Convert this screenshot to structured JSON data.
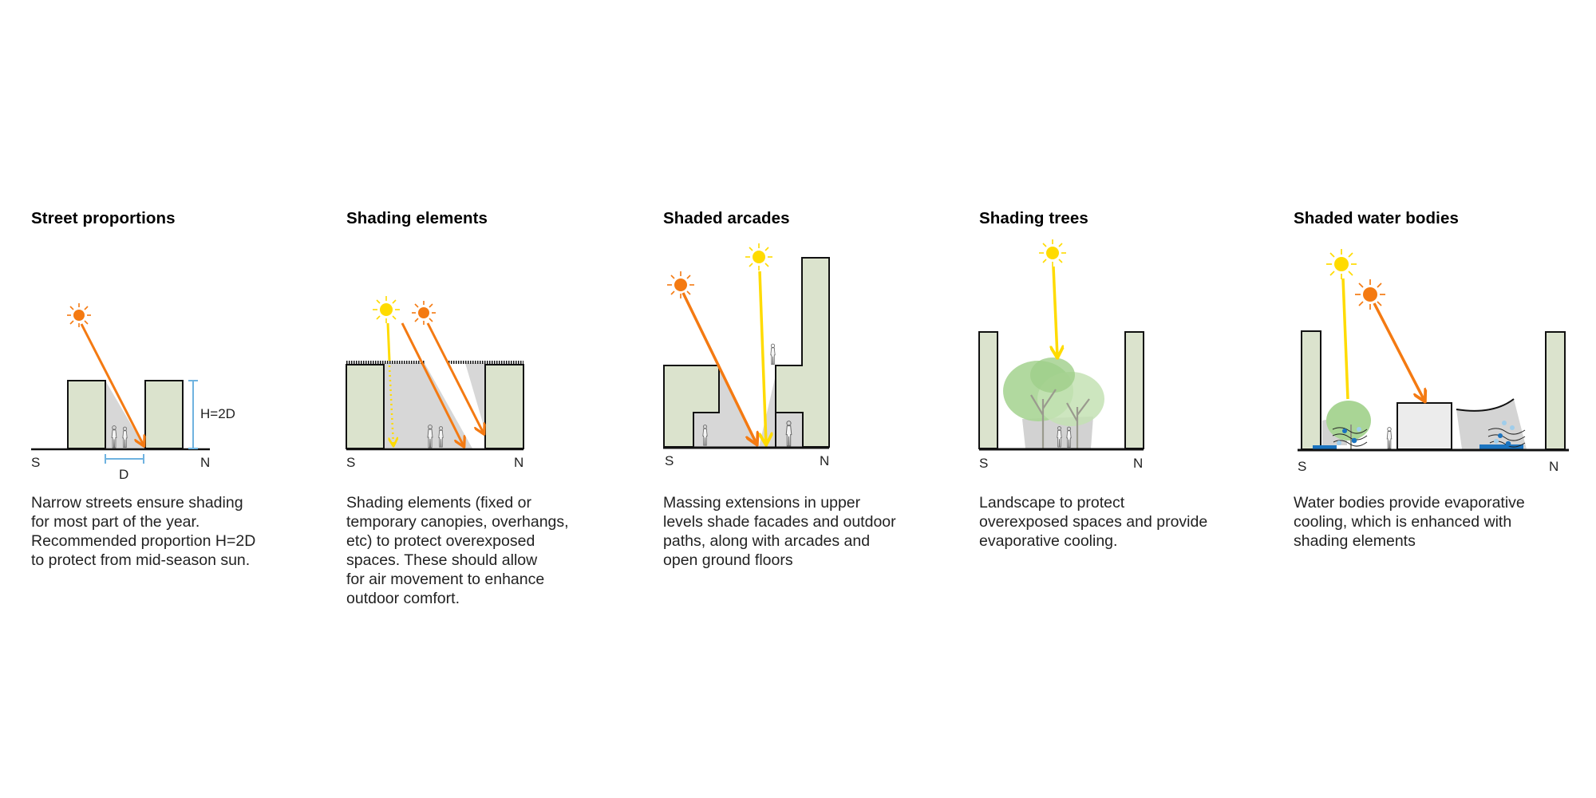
{
  "colors": {
    "building_fill": "#dbe3cd",
    "shade_fill": "#d7d7d7",
    "outline": "#111111",
    "sun_orange": "#f47a12",
    "sun_yellow": "#ffdb00",
    "dimension_blue": "#6fb3e0",
    "water_blue": "#1b74c0",
    "droplet_light_blue": "#9fcdeb",
    "tree_green": "#a9d595"
  },
  "compass": {
    "south": "S",
    "north": "N"
  },
  "panels": [
    {
      "id": "street-proportions",
      "title": "Street proportions",
      "description": "Narrow streets ensure shading\nfor most part of the year.\nRecommended proportion H=2D\nto protect from mid-season sun.",
      "dimension_height_label": "H=2D",
      "dimension_width_label": "D",
      "sun_icons": [
        "sun-orange"
      ]
    },
    {
      "id": "shading-elements",
      "title": "Shading elements",
      "description": "Shading elements (fixed or\ntemporary canopies, overhangs,\netc) to protect overexposed\nspaces. These should allow\nfor air movement to enhance\noutdoor comfort.",
      "sun_icons": [
        "sun-yellow",
        "sun-orange"
      ]
    },
    {
      "id": "shaded-arcades",
      "title": "Shaded arcades",
      "description": "Massing extensions in upper\nlevels shade facades and outdoor\npaths, along with arcades and\nopen ground floors",
      "sun_icons": [
        "sun-orange",
        "sun-yellow"
      ]
    },
    {
      "id": "shading-trees",
      "title": "Shading trees",
      "description": "Landscape to protect\noverexposed spaces and provide\nevaporative cooling.",
      "sun_icons": [
        "sun-yellow"
      ]
    },
    {
      "id": "shaded-water-bodies",
      "title": "Shaded water bodies",
      "description": "Water bodies provide evaporative\ncooling, which is enhanced with\nshading elements",
      "sun_icons": [
        "sun-yellow",
        "sun-orange"
      ]
    }
  ]
}
